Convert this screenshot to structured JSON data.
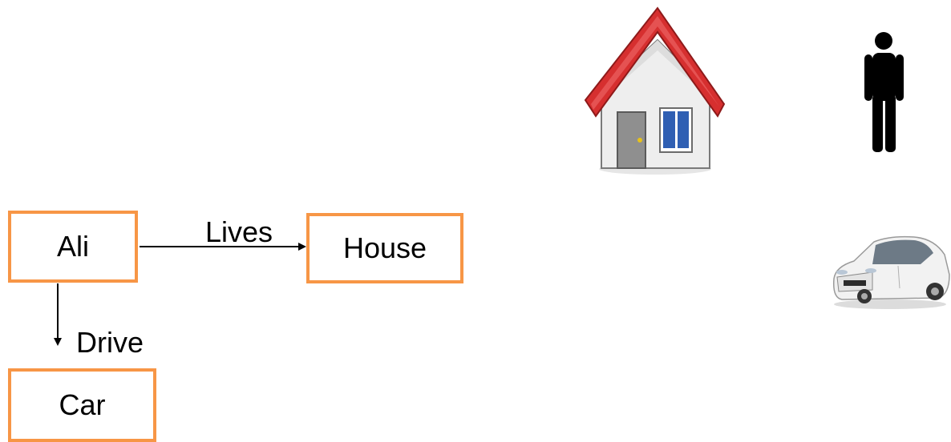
{
  "nodes": {
    "ali": "Ali",
    "house": "House",
    "car": "Car"
  },
  "edges": {
    "lives": "Lives",
    "drive": "Drive"
  },
  "colors": {
    "box_border": "#f79646",
    "arrow": "#000000",
    "roof": "#d62f2f",
    "car_body": "#f2f2f2"
  },
  "icons": {
    "house": "house-icon",
    "person": "person-icon",
    "car": "car-icon"
  }
}
